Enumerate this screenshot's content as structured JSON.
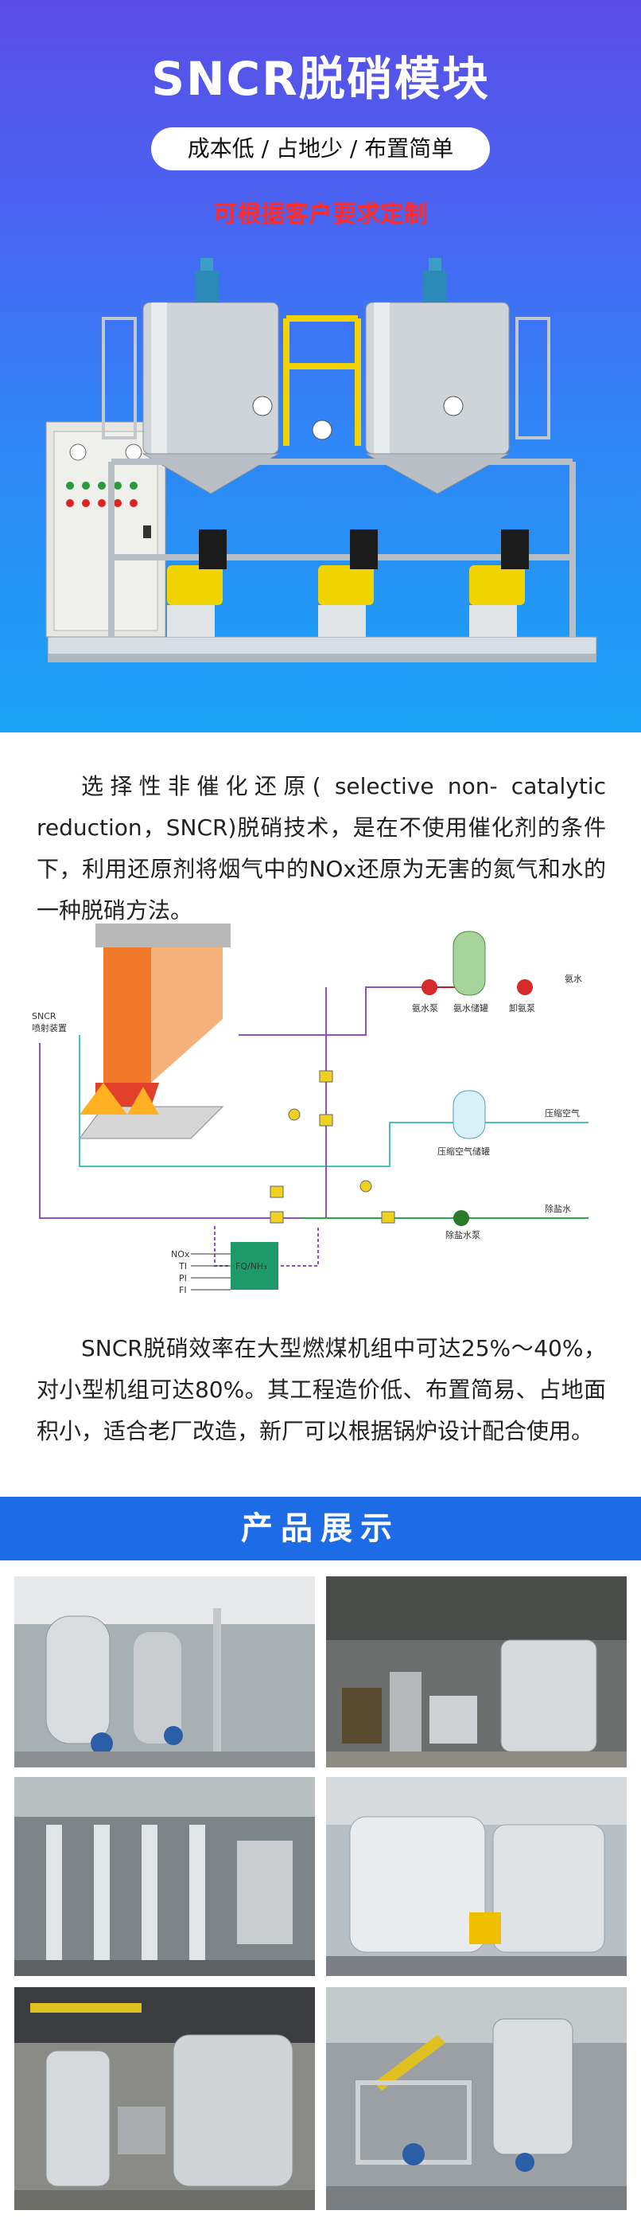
{
  "hero": {
    "title": "SNCR脱硝模块",
    "pill": "成本低 / 占地少 / 布置简单",
    "subtitle": "可根据客户要求定制"
  },
  "intro": {
    "text": "选择性非催化还原( selective non- catalytic reduction，SNCR)脱硝技术，是在不使用催化剂的条件下，利用还原剂将烟气中的NOx还原为无害的氮气和水的一种脱硝方法。"
  },
  "diagram": {
    "labels": {
      "sncr": "SNCR",
      "sncr_device": "喷射装置",
      "ammonia_water": "氨水",
      "ammonia_tank": "氨水储罐",
      "unload_pump": "卸氨泵",
      "ammonia_pump": "氨水泵",
      "compressed_air": "压缩空气",
      "air_tank": "压缩空气储罐",
      "desalted_water": "除盐水",
      "water_pump": "除盐水泵",
      "nox": "NOx",
      "ti": "TI",
      "pi": "PI",
      "fi": "FI",
      "flow_box": "FQ/NH₃"
    }
  },
  "efficiency": {
    "text": "SNCR脱硝效率在大型燃煤机组中可达25%～40%，对小型机组可达80%。其工程造价低、布置简易、占地面积小，适合老厂改造，新厂可以根据锅炉设计配合使用。"
  },
  "banner": {
    "title": "产品展示"
  },
  "gallery": {
    "photos": [
      "photo-1",
      "photo-2",
      "photo-3",
      "photo-4",
      "photo-5",
      "photo-6"
    ]
  }
}
